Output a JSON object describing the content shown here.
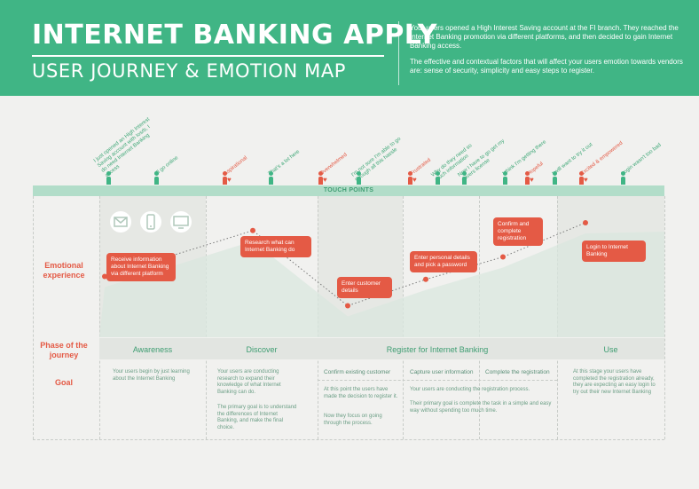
{
  "header": {
    "title": "INTERNET BANKING APPLY",
    "subtitle": "USER JOURNEY & EMOTION MAP",
    "desc1": "Your users opened a High Interest Saving account at the FI branch. They reached the Internet Banking promotion via different platforms, and then decided to gain Internet Banking access.",
    "desc2": "The effective and contextual factors that will affect your users emotion towards vendors are: sense of security, simplicity and easy steps to register."
  },
  "quotes": [
    "I just opened an High Interest Saving account with Iosrb, I do need Internet Banking access",
    "I'll go online",
    "Aspirational",
    "That's a lot here",
    "Overwhelmed",
    "I'm not sure I'm able to go through all this hassle",
    "Frustrated",
    "Why do they need so much information",
    "Now I have to go get my drivers license",
    "I think I'm getting there",
    "Hopeful",
    "I will want to try it out",
    "Excited & empowered",
    "Login wasn't too bad"
  ],
  "touch_points": {
    "label": "TOUCH POINTS"
  },
  "rows": {
    "emotional": "Emotional experience",
    "phase": "Phase of the journey",
    "goal": "Goal"
  },
  "emotion_points": [
    {
      "label": "Receive information about Internet Banking via different platform",
      "level": 0.35
    },
    {
      "label": "Research what can Internet Banking do",
      "level": 0.82
    },
    {
      "label": "Enter customer details",
      "level": 0.05
    },
    {
      "label": "Enter personal details and pick a password",
      "level": 0.32
    },
    {
      "label": "Confirm and complete registration",
      "level": 0.55
    },
    {
      "label": "Login to Internet Banking",
      "level": 0.9
    }
  ],
  "phases": [
    "Awareness",
    "Discover",
    "Register for Internet Banking",
    "Use"
  ],
  "subphases": [
    "Confirm existing customer",
    "Capture user information",
    "Complete the registration"
  ],
  "goals": {
    "awareness": "Your users begin by just learning about the Internet Banking",
    "discover1": "Your users are conducting research to expand their knowledge of what Internet Banking can do.",
    "discover2": "The primary goal is to understand the differences of Internet Banking, and make the final choice.",
    "register_a1": "At this point the users have made the decision to register it.",
    "register_a2": "Now they focus on going through the process.",
    "register_b1": "Your users are conducting the registration process.",
    "register_b2": "Their primary goal is complete the task in a simple and easy way without spending too much time.",
    "use": "At this stage your users have completed the registration already, they are expecting an easy login to try out their new Internet Banking"
  },
  "colors": {
    "green": "#40b585",
    "red": "#e45a45",
    "light_green": "#b2ddc9"
  },
  "icons": [
    "envelope-icon",
    "smartphone-icon",
    "monitor-icon"
  ]
}
